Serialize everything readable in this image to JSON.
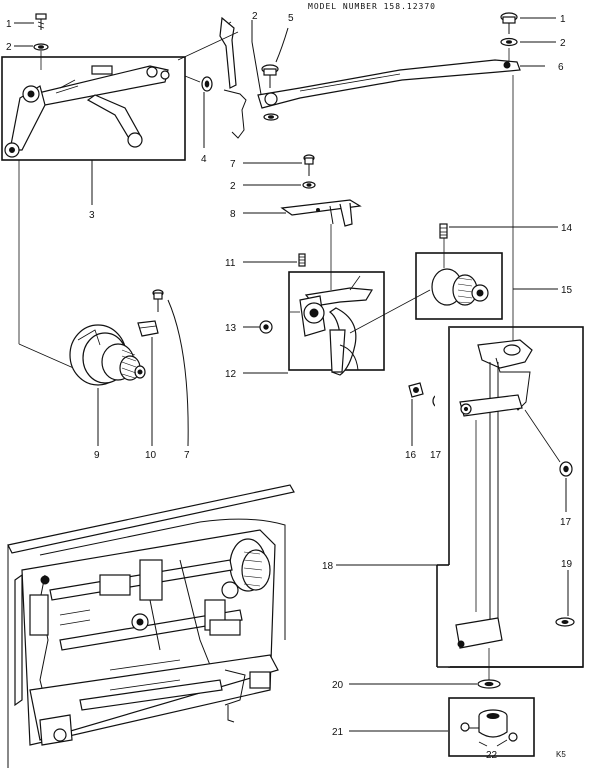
{
  "model_header": "MODEL NUMBER 158.12370",
  "page_ref": "K5",
  "callouts": {
    "c1_left": "1",
    "c2_left": "2",
    "c3": "3",
    "c4": "4",
    "c2_top": "2",
    "c5": "5",
    "c1_right": "1",
    "c2_right": "2",
    "c6": "6",
    "c7_mid": "7",
    "c2_mid": "2",
    "c8": "8",
    "c14": "14",
    "c11": "11",
    "c15": "15",
    "c13": "13",
    "c12": "12",
    "c9": "9",
    "c10": "10",
    "c7_low": "7",
    "c16": "16",
    "c17_a": "17",
    "c17_b": "17",
    "c18": "18",
    "c19": "19",
    "c20": "20",
    "c21": "21",
    "c22": "22"
  }
}
